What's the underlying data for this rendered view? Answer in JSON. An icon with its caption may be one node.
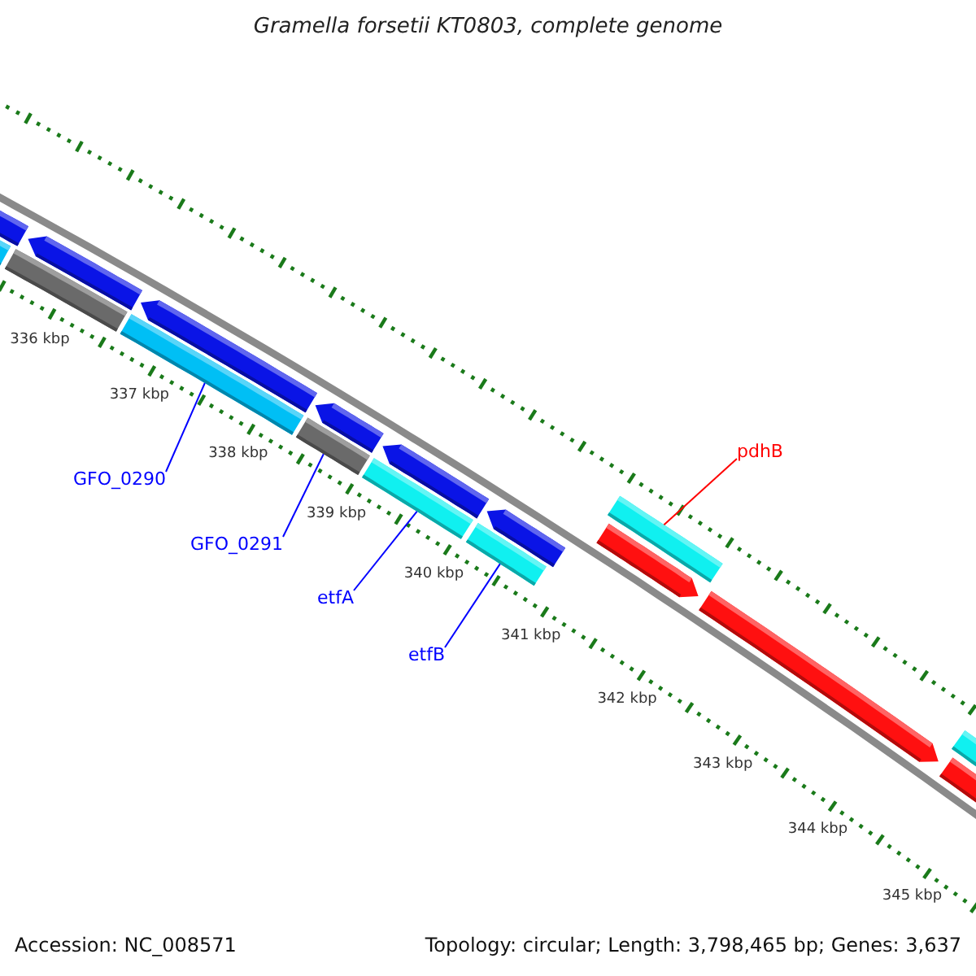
{
  "diagram": {
    "title": "Gramella forsetii KT0803, complete genome",
    "nodes": [
      {
        "text": [
          "GFO_0290"
        ]
      },
      {
        "text": [],
        "shape": "bar"
      },
      {
        "text": [
          "GFO_0291"
        ]
      },
      {
        "text": [],
        "shape": "bar"
      },
      {
        "text": [
          "etfA"
        ]
      },
      {
        "text": [],
        "shape": "bar"
      },
      {
        "text": [
          "etfB"
        ]
      },
      {
        "text": [],
        "shape": "bar"
      },
      {
        "text": [
          "pdhB"
        ]
      },
      {
        "text": [],
        "shape": "bar"
      }
    ],
    "edges": [
      {
        "from": 0,
        "to": 1,
        "arrow": "none"
      },
      {
        "from": 2,
        "to": 3,
        "arrow": "none"
      },
      {
        "from": 4,
        "to": 5,
        "arrow": "none"
      },
      {
        "from": 6,
        "to": 7,
        "arrow": "none"
      },
      {
        "from": 8,
        "to": 9,
        "arrow": "none",
        "color": "#ff0000"
      }
    ],
    "labels": [
      "336 kbp",
      "337 kbp",
      "338 kbp",
      "339 kbp",
      "340 kbp",
      "341 kbp",
      "342 kbp",
      "343 kbp",
      "344 kbp",
      "345 kbp",
      "Accession: NC_008571",
      "Topology: circular; Length: 3,798,465 bp; Genes: 3,637"
    ]
  }
}
